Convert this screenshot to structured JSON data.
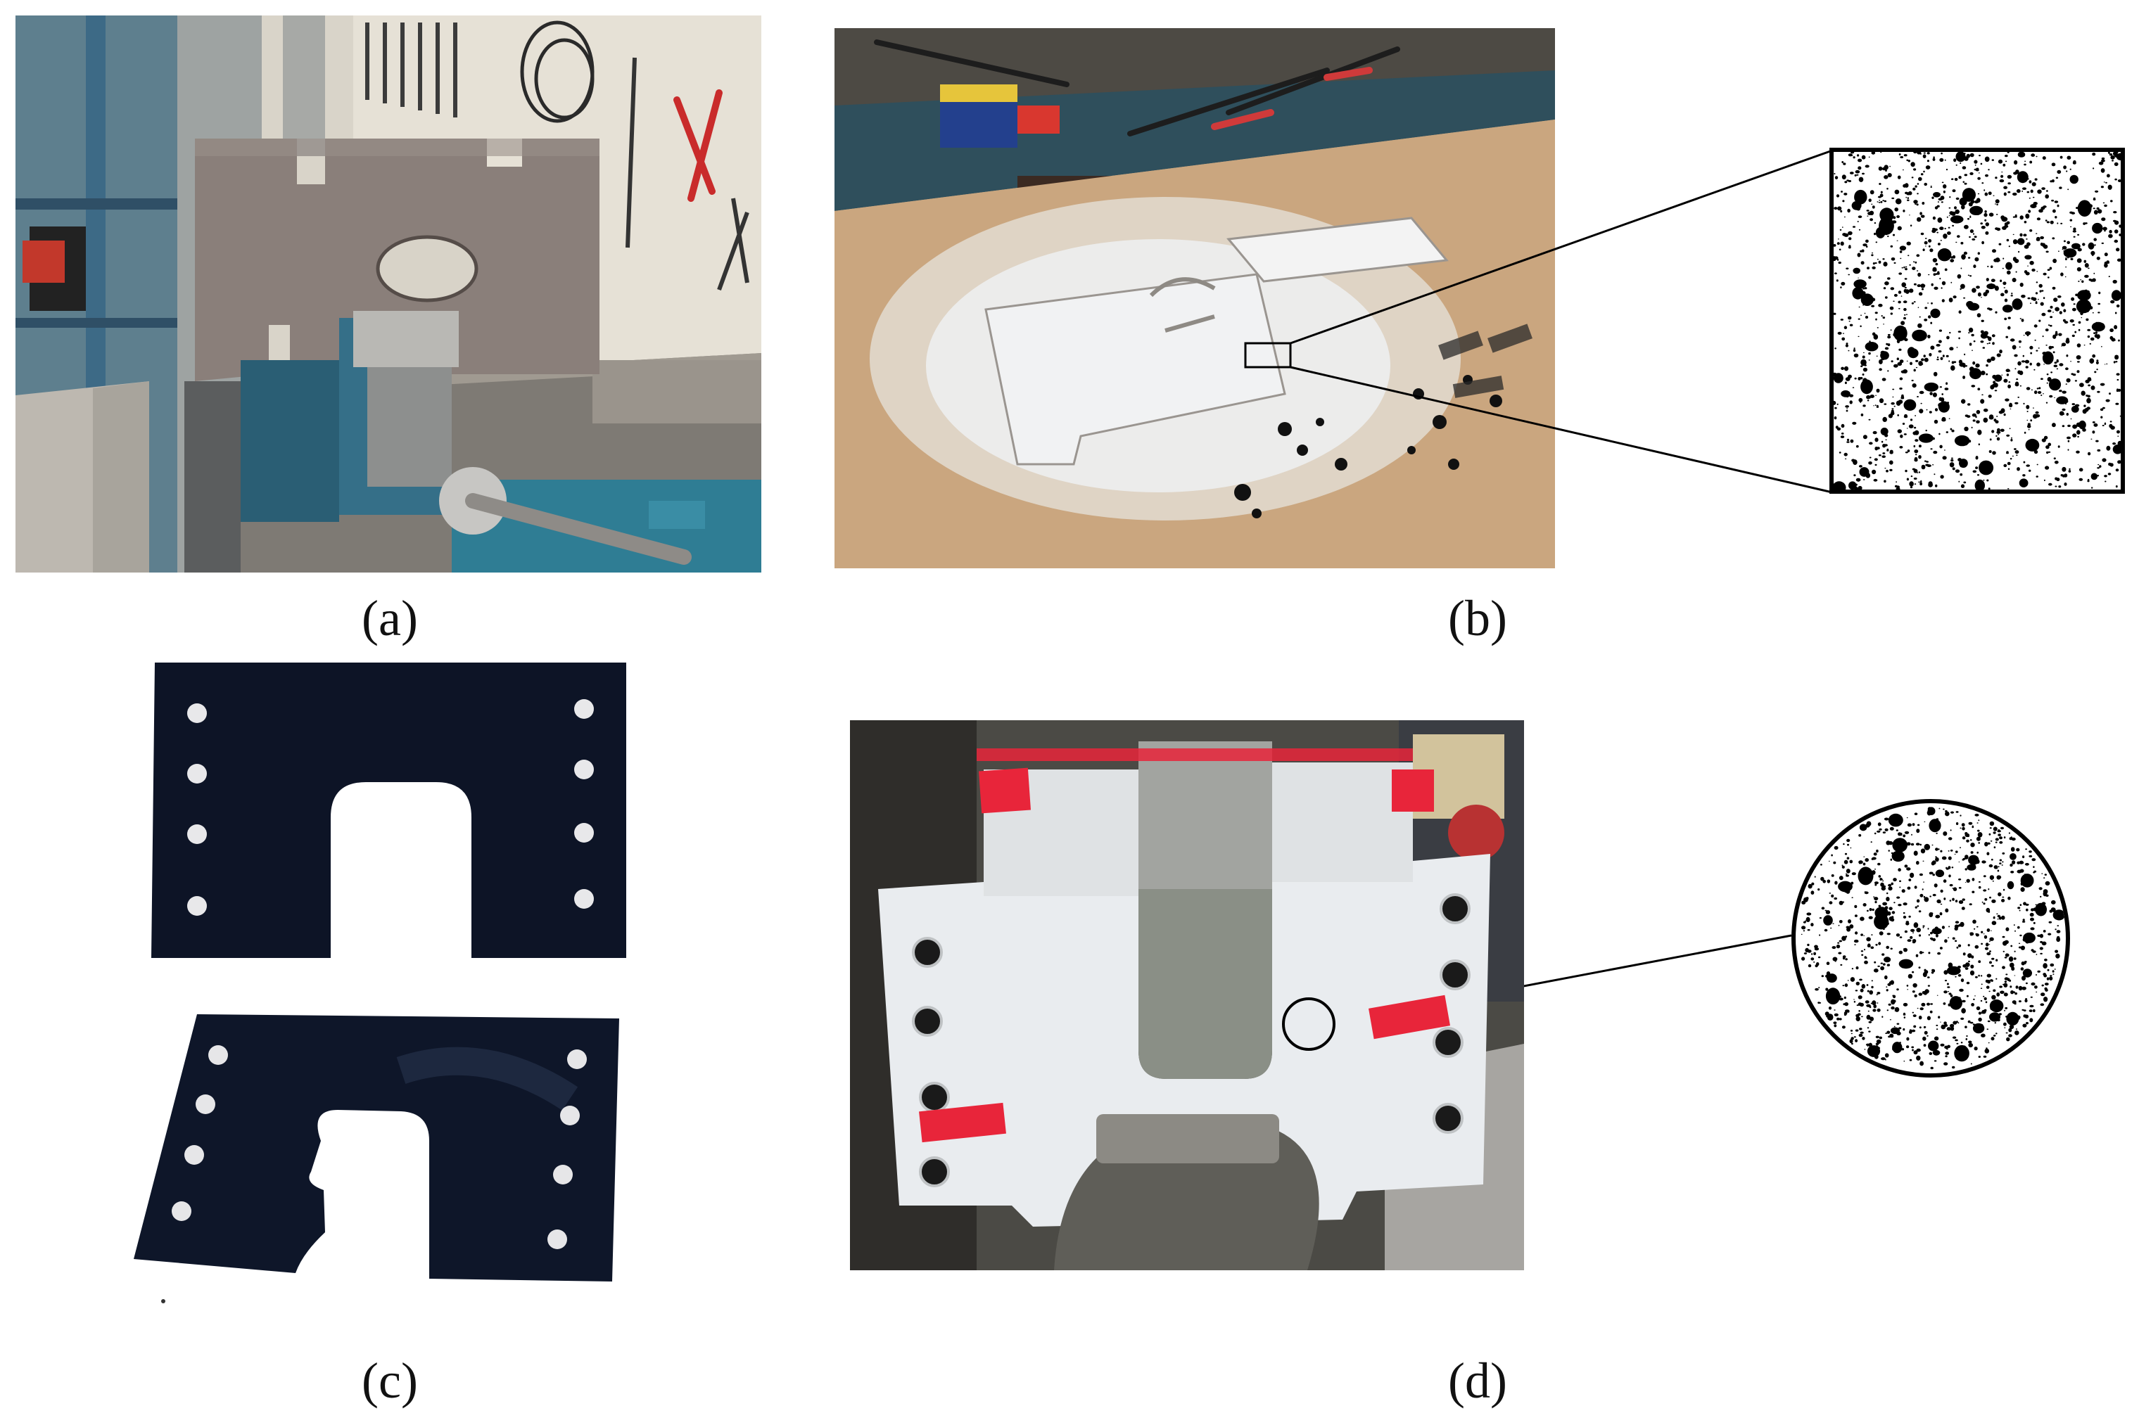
{
  "figure": {
    "panels": [
      {
        "id": "a",
        "caption": "(a)"
      },
      {
        "id": "b",
        "caption": "(b)"
      },
      {
        "id": "c",
        "caption": "(c)"
      },
      {
        "id": "d",
        "caption": "(d)"
      }
    ]
  },
  "colors": {
    "workshop_blue": "#2f6f8a",
    "steel_plate": "#8a7f7a",
    "kraft_paper": "#c9a57e",
    "white_paint": "#e9ecef",
    "black_plate": "#0d1426",
    "red_tape": "#e8253a",
    "speckle": "#000000"
  }
}
